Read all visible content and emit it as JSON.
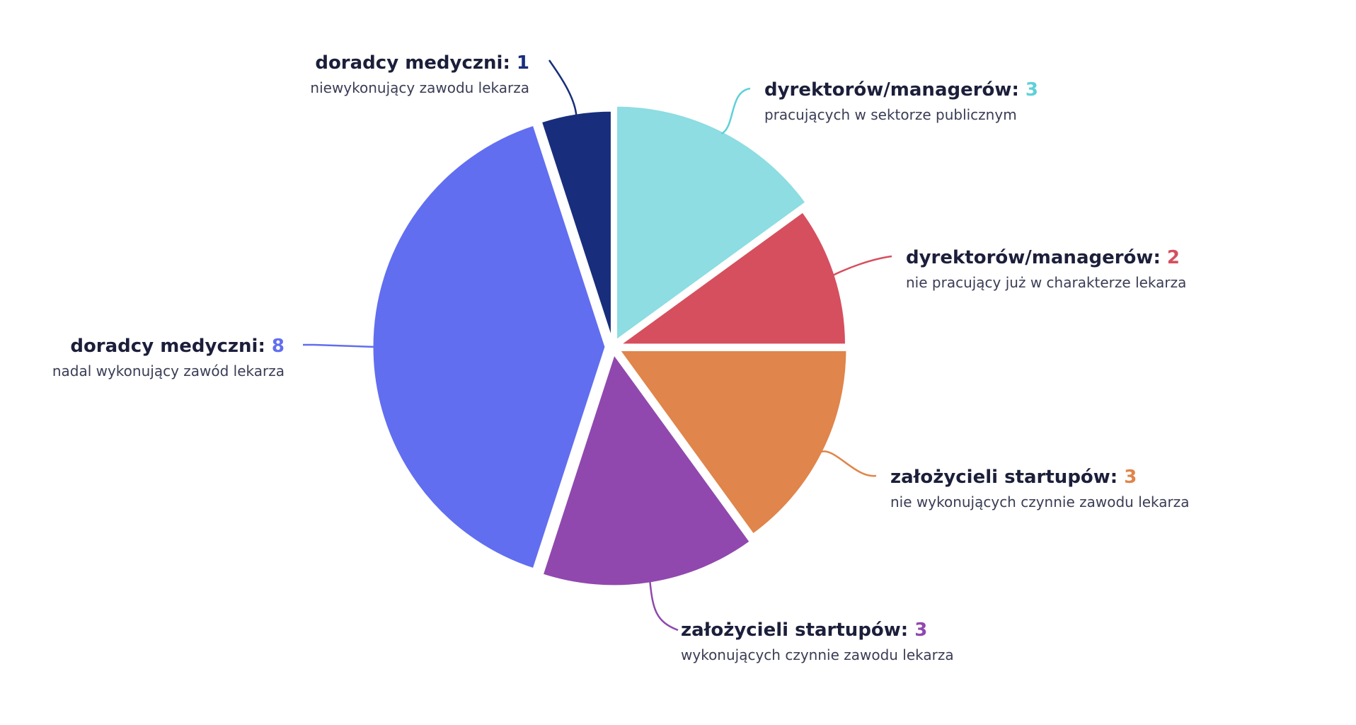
{
  "chart_data": {
    "type": "pie",
    "slices": [
      {
        "label": "dyrektorów/managerów:",
        "value": 3,
        "sublabel": "pracujących w sektorze publicznym",
        "color": "#8ddde2"
      },
      {
        "label": "dyrektorów/managerów:",
        "value": 2,
        "sublabel": "nie pracujący już w charakterze lekarza",
        "color": "#d64f5e"
      },
      {
        "label": "założycieli startupów:",
        "value": 3,
        "sublabel": "nie wykonujących czynnie zawodu lekarza",
        "color": "#e0854b"
      },
      {
        "label": "założycieli startupów:",
        "value": 3,
        "sublabel": "wykonujących czynnie zawodu lekarza",
        "color": "#9048ae"
      },
      {
        "label": "doradcy medyczni:",
        "value": 8,
        "sublabel": "nadal wykonujący zawód lekarza",
        "color": "#616ef0"
      },
      {
        "label": "doradcy medyczni:",
        "value": 1,
        "sublabel": "niewykonujący zawodu lekarza",
        "color": "#182e7c"
      }
    ],
    "value_colors": [
      "#5fd0d8",
      "#d64f5e",
      "#e0854b",
      "#9048ae",
      "#616ef0",
      "#182e7c"
    ]
  }
}
